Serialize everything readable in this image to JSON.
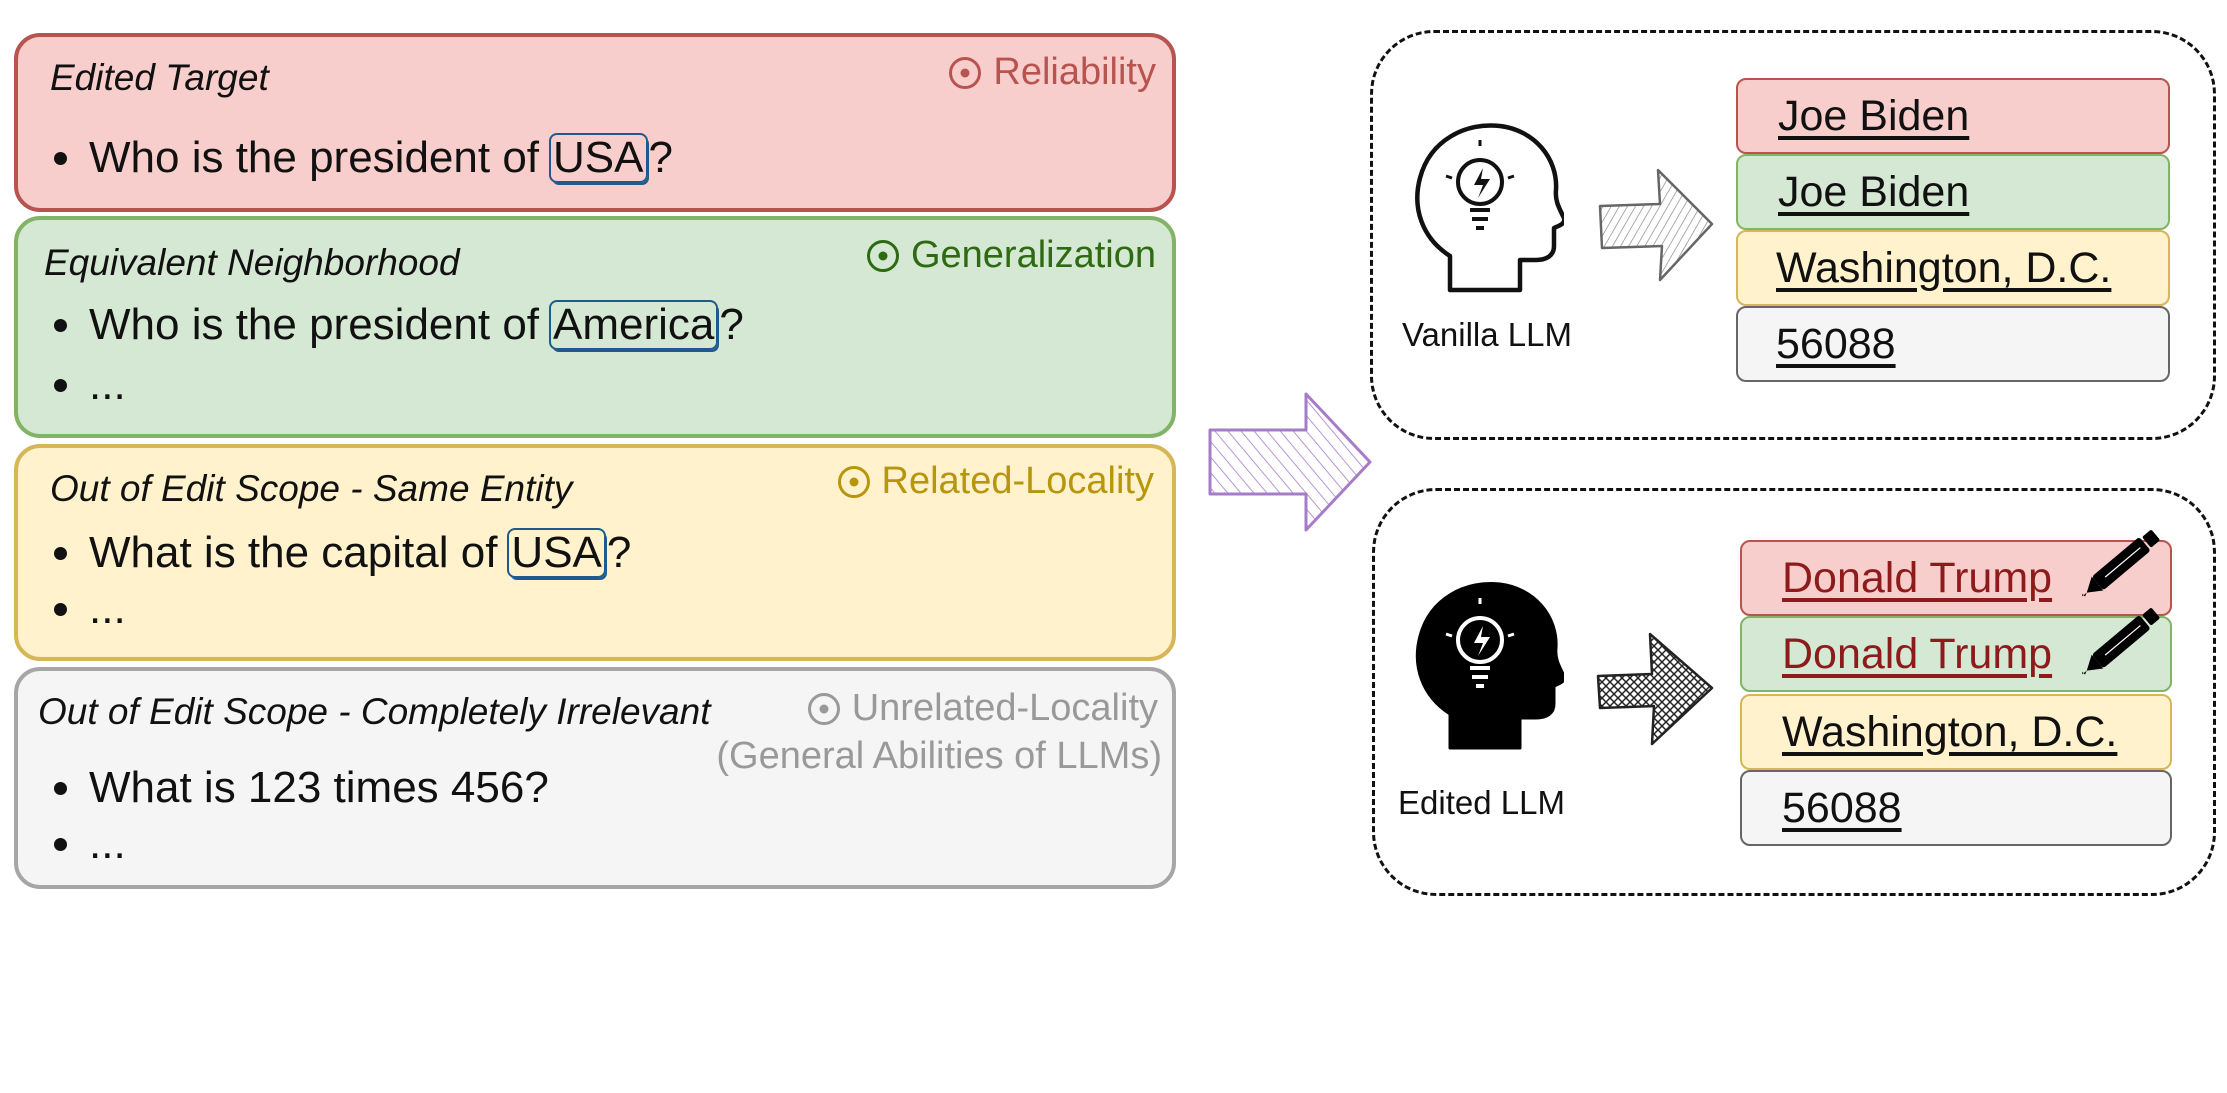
{
  "panels": {
    "reliability": {
      "title": "Edited Target",
      "tag": "Reliability",
      "question_pre": "Who is the president of",
      "question_entity": "USA",
      "question_post": "?"
    },
    "generalization": {
      "title": "Equivalent Neighborhood",
      "tag": "Generalization",
      "question_pre": "Who is the president of",
      "question_entity": "America",
      "question_post": "?",
      "more": "..."
    },
    "related_locality": {
      "title": "Out of Edit Scope - Same Entity",
      "tag": "Related-Locality",
      "question_pre": "What is the capital of",
      "question_entity": "USA",
      "question_post": "?",
      "more": "..."
    },
    "unrelated_locality": {
      "title": "Out of Edit Scope - Completely Irrelevant",
      "tag": "Unrelated-Locality",
      "tag_sub": "(General Abilities of LLMs)",
      "question": "What is 123 times 456?",
      "more": "..."
    }
  },
  "vanilla": {
    "label": "Vanilla LLM",
    "answers": [
      "Joe Biden",
      "Joe Biden",
      "Washington, D.C.",
      "56088"
    ]
  },
  "edited": {
    "label": "Edited LLM",
    "answers": [
      "Donald Trump",
      "Donald Trump",
      "Washington, D.C.",
      "56088"
    ]
  },
  "colors": {
    "reliability": "#b85450",
    "generalization": "#2d6a12",
    "related_locality": "#b8960c",
    "unrelated_locality": "#999999",
    "edited_answer": "#8e1b1b",
    "big_arrow": "#a67bc7"
  },
  "icons": {
    "vanilla": "head-lightbulb-outline-icon",
    "edited": "head-lightbulb-filled-icon",
    "edit_marker": "pen-icon",
    "flow": "arrow-right-icon"
  }
}
